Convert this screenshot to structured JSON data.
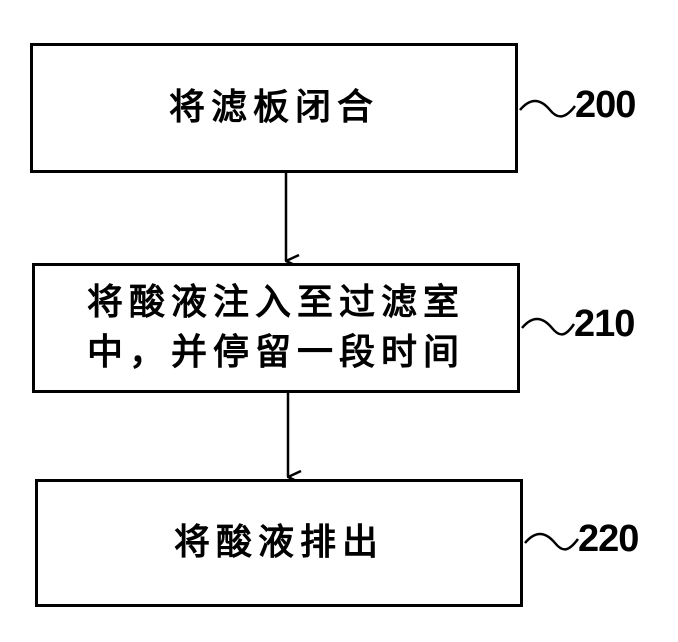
{
  "steps": [
    {
      "id": "200",
      "lines": [
        "将滤板闭合"
      ]
    },
    {
      "id": "210",
      "lines": [
        "将酸液注入至过滤室",
        "中，并停留一段时间"
      ]
    },
    {
      "id": "220",
      "lines": [
        "将酸液排出"
      ]
    }
  ],
  "colors": {
    "stroke": "#000000",
    "background": "#ffffff"
  }
}
